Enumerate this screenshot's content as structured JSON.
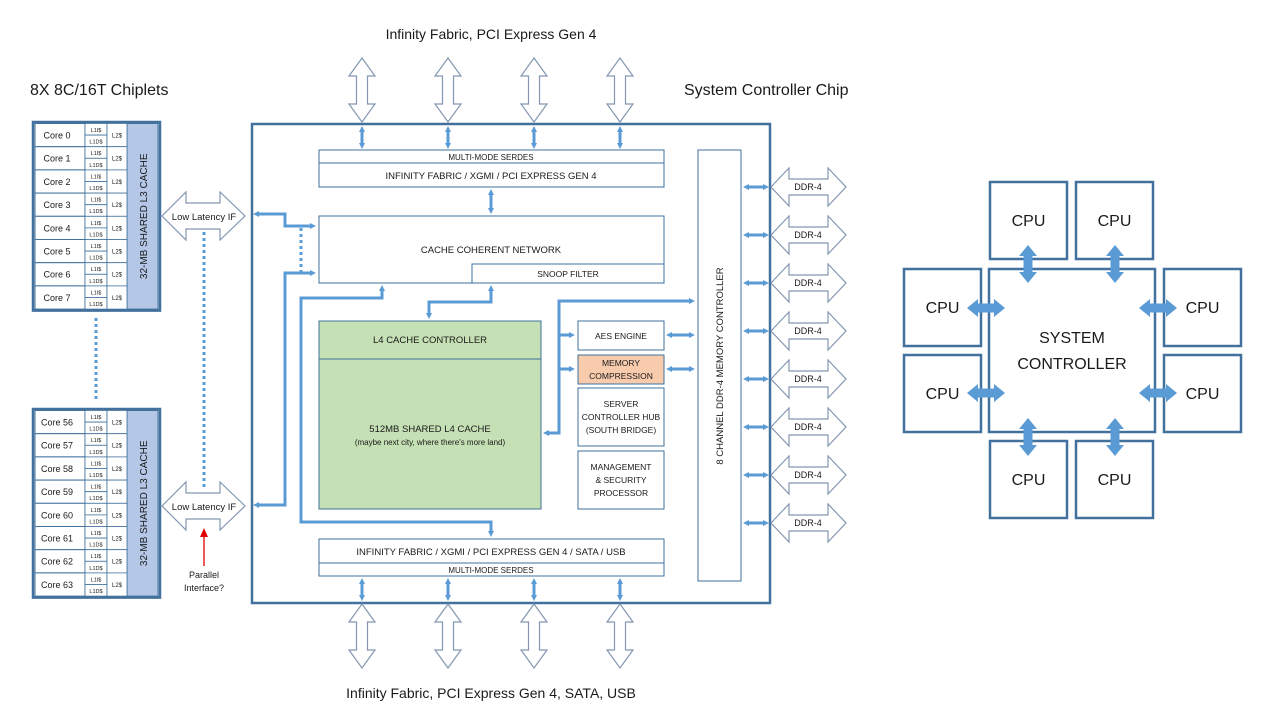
{
  "titles": {
    "chiplets": "8X 8C/16T Chiplets",
    "system_controller_chip": "System Controller Chip",
    "top_io": "Infinity Fabric, PCI Express Gen 4",
    "bottom_io": "Infinity Fabric, PCI Express Gen 4, SATA, USB"
  },
  "chiplet_top": {
    "cores": [
      "Core 0",
      "Core 1",
      "Core 2",
      "Core 3",
      "Core 4",
      "Core 5",
      "Core 6",
      "Core 7"
    ],
    "l1i": "L1I$",
    "l1d": "L1D$",
    "l2": "L2$",
    "l3": "32-MB SHARED  L3  CACHE"
  },
  "chiplet_bottom": {
    "cores": [
      "Core 56",
      "Core 57",
      "Core 58",
      "Core 59",
      "Core 60",
      "Core 61",
      "Core 62",
      "Core 63"
    ],
    "l1i": "L1I$",
    "l1d": "L1D$",
    "l2": "L2$",
    "l3": "32-MB SHARED  L3  CACHE"
  },
  "low_latency_if": [
    "Low Latency IF",
    "Low Latency IF"
  ],
  "annotation": {
    "line1": "Parallel",
    "line2": "Interface?",
    "color": "#e00000"
  },
  "chip": {
    "top_serdes": "MULTI-MODE SERDES",
    "top_fabric": "INFINITY FABRIC / XGMI / PCI EXPRESS GEN  4",
    "ccn": "CACHE  COHERENT  NETWORK",
    "snoop": "SNOOP FILTER",
    "l4_ctrl": "L4 CACHE  CONTROLLER",
    "l4_cache": "512MB SHARED  L4  CACHE",
    "l4_note": "(maybe next city, where there's more land)",
    "aes": "AES ENGINE",
    "memcomp": [
      "MEMORY",
      "COMPRESSION"
    ],
    "sch": [
      "SERVER",
      "CONTROLLER HUB",
      "(SOUTH BRIDGE)"
    ],
    "mgmt": [
      "MANAGEMENT",
      "& SECURITY",
      "PROCESSOR"
    ],
    "mem_ctrl": "8 CHANNEL  DDR-4  MEMORY CONTROLLER",
    "bottom_fabric": "INFINITY FABRIC / XGMI / PCI EXPRESS GEN  4 / SATA  / USB",
    "bottom_serdes": "MULTI-MODE SERDES"
  },
  "ddr_channels": [
    "DDR-4",
    "DDR-4",
    "DDR-4",
    "DDR-4",
    "DDR-4",
    "DDR-4",
    "DDR-4",
    "DDR-4"
  ],
  "topology": {
    "center": [
      "SYSTEM",
      "CONTROLLER"
    ],
    "cpus": [
      "CPU",
      "CPU",
      "CPU",
      "CPU",
      "CPU",
      "CPU",
      "CPU",
      "CPU"
    ]
  },
  "colors": {
    "frame": "#41719c",
    "arrow": "#5b9bd5",
    "l3_fill": "#b4c7e7",
    "l4_fill": "#c5e0b4",
    "memcomp_fill": "#f8cbad",
    "hollow_arrow": "#8497b0"
  }
}
